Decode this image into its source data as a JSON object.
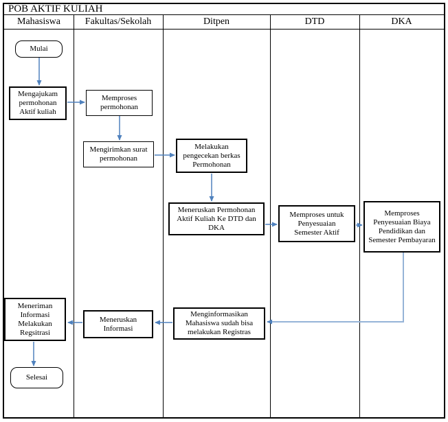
{
  "title": "POB AKTIF KULIAH",
  "lanes": [
    {
      "label": "Mahasiswa"
    },
    {
      "label": "Fakultas/Sekolah"
    },
    {
      "label": "Ditpen"
    },
    {
      "label": "DTD"
    },
    {
      "label": "DKA"
    }
  ],
  "nodes": {
    "mulai": {
      "label": "Mulai",
      "shape": "terminator"
    },
    "mengajukan_permohonan": {
      "label": "Mengajukam permohonan Aktif kuliah",
      "shape": "process"
    },
    "memproses_permohonan": {
      "label": "Memproses permohonan",
      "shape": "process"
    },
    "mengirimkan_surat": {
      "label": "Mengirimkan surat permohonan",
      "shape": "process"
    },
    "melakukan_pengecekan": {
      "label": "Melakukan pengecekan berkas Permohonan",
      "shape": "process"
    },
    "meneruskan_permohonan": {
      "label": "Meneruskan Permohonan Aktif Kuliah Ke DTD dan DKA",
      "shape": "process"
    },
    "memproses_penyesuaian_semester": {
      "label": "Memproses untuk Penyesuaian Semester Aktif",
      "shape": "process"
    },
    "memproses_penyesuaian_biaya": {
      "label": "Memproses Penyesuaian Biaya Pendidikan dan Semester Pembayaran",
      "shape": "process"
    },
    "menerima_informasi": {
      "label": "Meneriman Informasi Melakukan Regsitrasi",
      "shape": "process"
    },
    "meneruskan_informasi": {
      "label": "Meneruskan Informasi",
      "shape": "process"
    },
    "menginformasikan": {
      "label": "Menginformasikan Mahasiswa sudah bisa melakukan Registras",
      "shape": "process"
    },
    "selesai": {
      "label": "Selesai",
      "shape": "terminator"
    }
  },
  "colors": {
    "arrow": "#4f81bd",
    "connector_light": "#95b3d7",
    "line": "#000000",
    "background": "#ffffff"
  }
}
